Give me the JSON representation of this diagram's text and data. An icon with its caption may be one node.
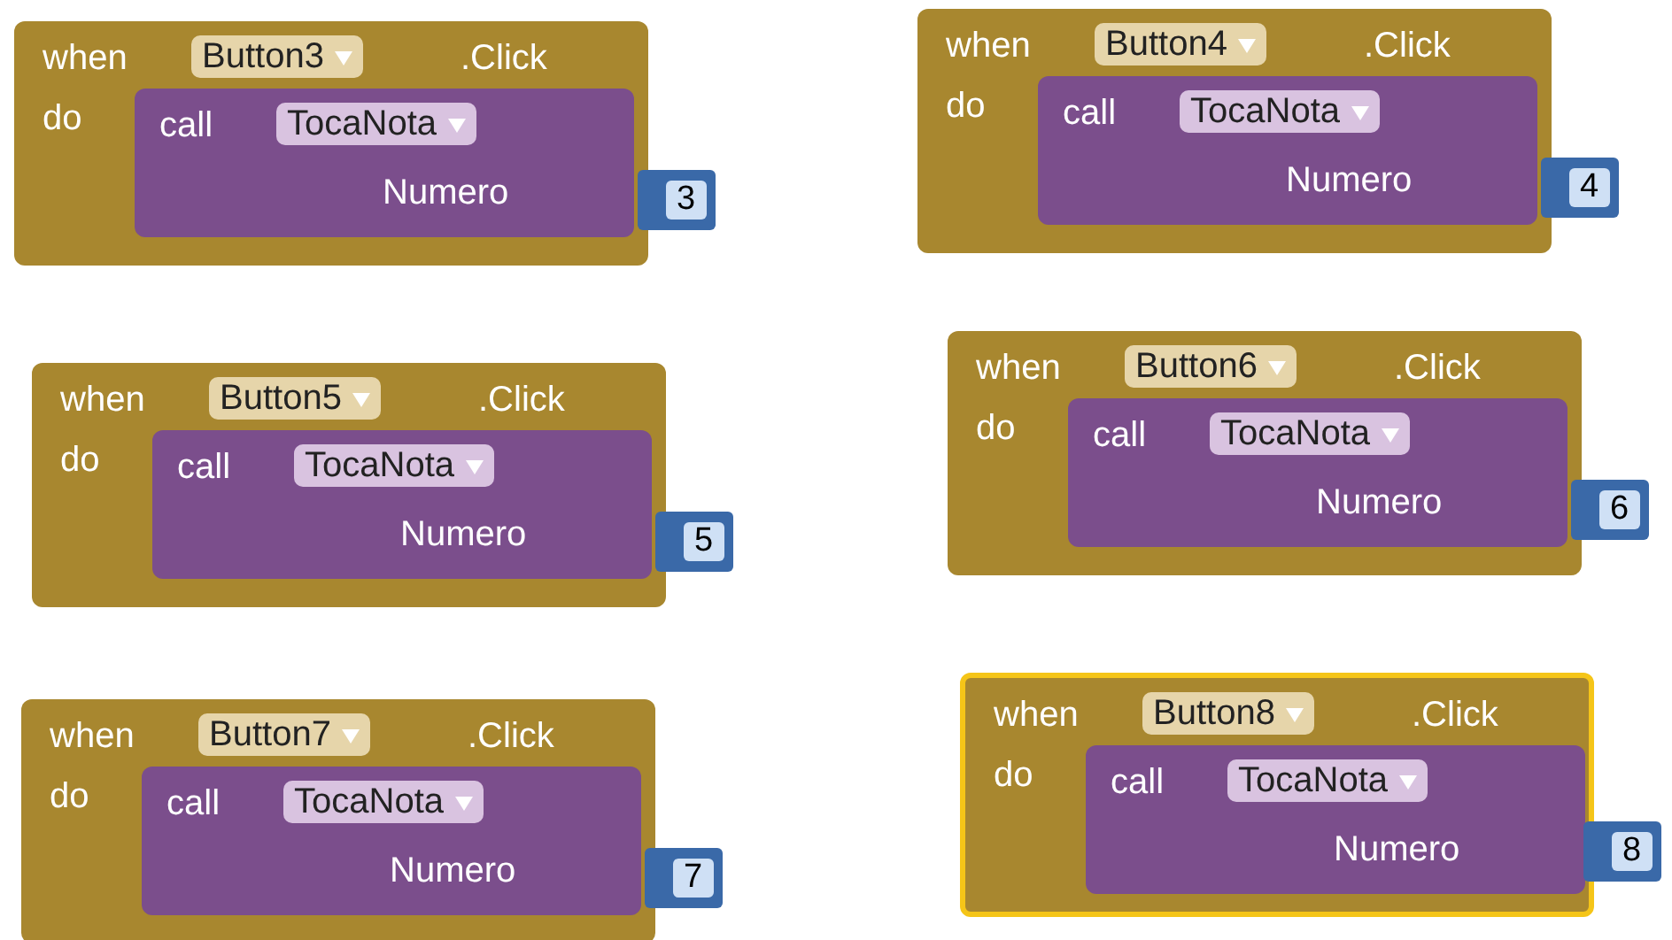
{
  "diagram": {
    "nodes": [
      {
        "text": [
          "when",
          "Button3",
          ".Click",
          "do"
        ]
      },
      {
        "text": [
          "call",
          "TocaNota",
          "Numero"
        ],
        "in": 0
      },
      {
        "text": [
          "3"
        ]
      },
      {
        "text": [
          "when",
          "Button4",
          ".Click",
          "do"
        ]
      },
      {
        "text": [
          "call",
          "TocaNota",
          "Numero"
        ],
        "in": 3
      },
      {
        "text": [
          "4"
        ]
      },
      {
        "text": [
          "when",
          "Button5",
          ".Click",
          "do"
        ]
      },
      {
        "text": [
          "call",
          "TocaNota",
          "Numero"
        ],
        "in": 6
      },
      {
        "text": [
          "5"
        ]
      },
      {
        "text": [
          "when",
          "Button6",
          ".Click",
          "do"
        ]
      },
      {
        "text": [
          "call",
          "TocaNota",
          "Numero"
        ],
        "in": 9
      },
      {
        "text": [
          "6"
        ]
      },
      {
        "text": [
          "when",
          "Button7",
          ".Click",
          "do"
        ]
      },
      {
        "text": [
          "call",
          "TocaNota",
          "Numero"
        ],
        "in": 12
      },
      {
        "text": [
          "7"
        ]
      },
      {
        "text": [
          "when",
          "Button8",
          ".Click",
          "do"
        ]
      },
      {
        "text": [
          "call",
          "TocaNota",
          "Numero"
        ],
        "in": 15
      },
      {
        "text": [
          "8"
        ]
      }
    ]
  }
}
